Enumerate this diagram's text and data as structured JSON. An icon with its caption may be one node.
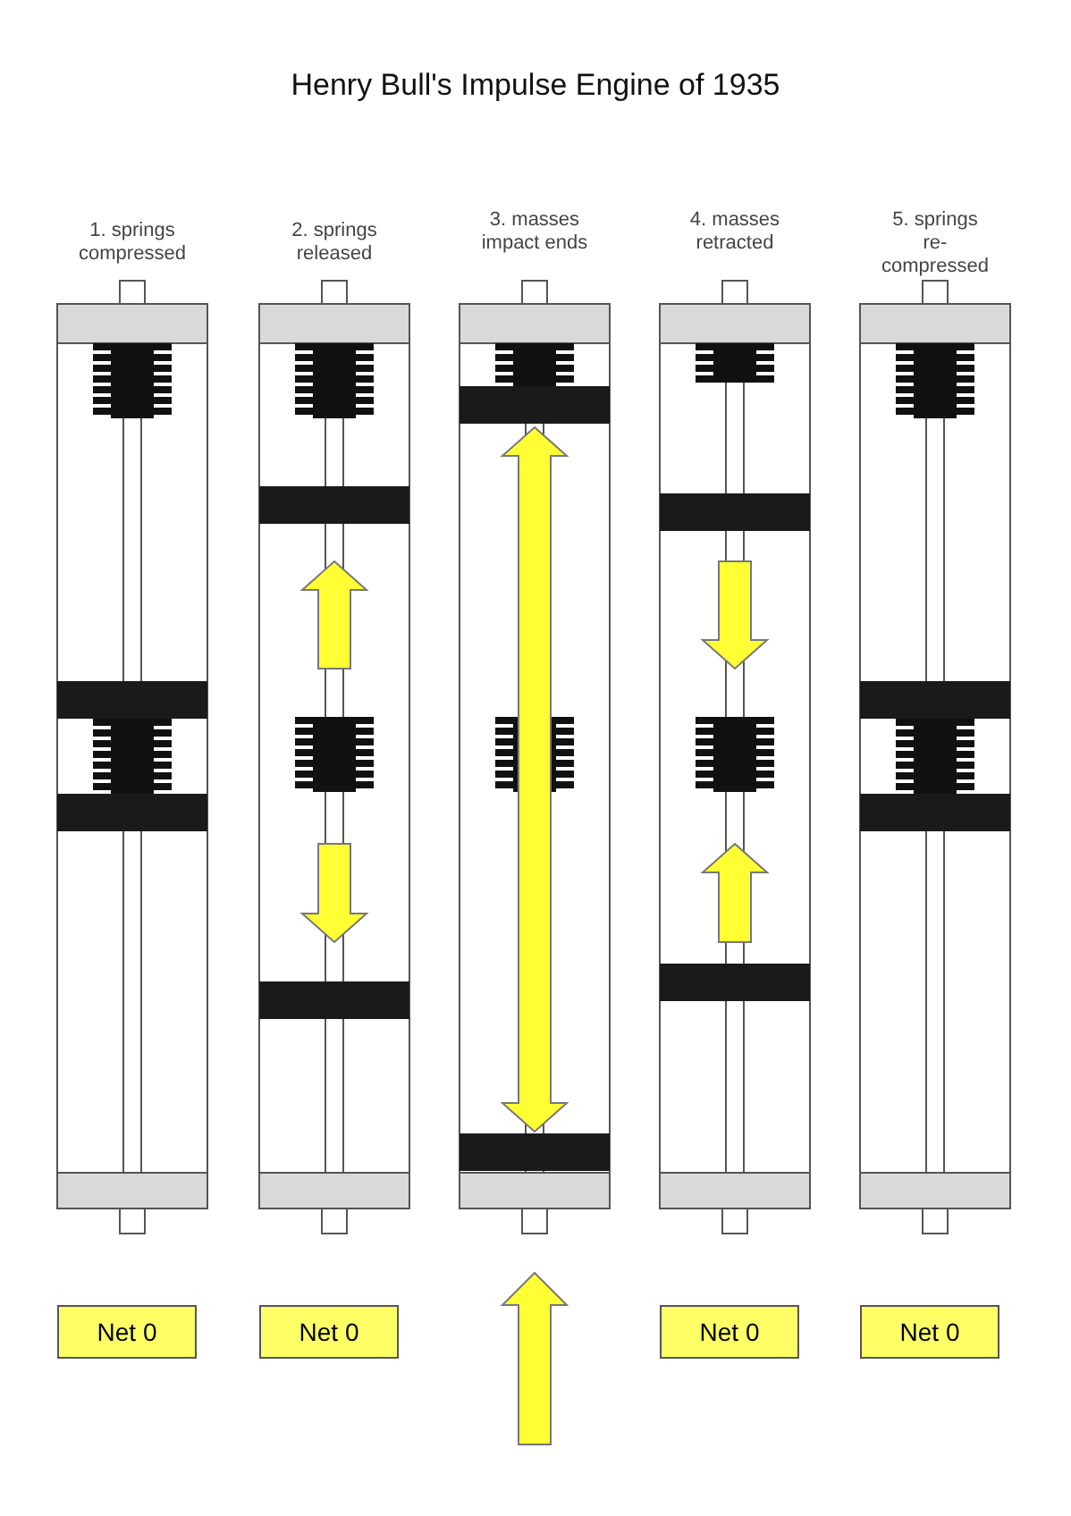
{
  "diagram": {
    "title": "Henry Bull's Impulse Engine of 1935",
    "nodes": [
      {
        "text": [
          "Net 0"
        ]
      },
      {
        "text": [
          "Net 0"
        ]
      },
      {
        "text": [
          "Net 0"
        ]
      },
      {
        "text": [
          "Net 0"
        ]
      }
    ],
    "labels": [
      "1. springs compressed",
      "2. springs released",
      "3. masses impact ends",
      "4. masses retracted",
      "5. springs re-compressed"
    ]
  }
}
